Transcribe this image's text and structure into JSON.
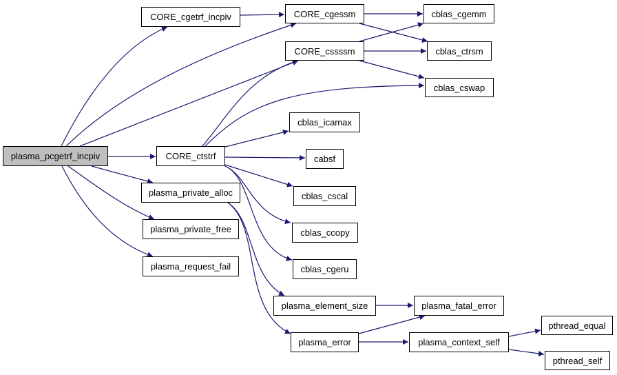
{
  "diagram": {
    "type": "call-graph",
    "edge_color": "#191970",
    "root_fill": "#bfbfbf",
    "nodes": [
      {
        "id": "plasma_pcgetrf_incpiv",
        "label": "plasma_pcgetrf_incpiv",
        "root": true
      },
      {
        "id": "CORE_cgetrf_incpiv",
        "label": "CORE_cgetrf_incpiv"
      },
      {
        "id": "CORE_cgessm",
        "label": "CORE_cgessm"
      },
      {
        "id": "CORE_cssssm",
        "label": "CORE_cssssm"
      },
      {
        "id": "CORE_ctstrf",
        "label": "CORE_ctstrf"
      },
      {
        "id": "plasma_private_alloc",
        "label": "plasma_private_alloc"
      },
      {
        "id": "plasma_private_free",
        "label": "plasma_private_free"
      },
      {
        "id": "plasma_request_fail",
        "label": "plasma_request_fail"
      },
      {
        "id": "cblas_cgemm",
        "label": "cblas_cgemm"
      },
      {
        "id": "cblas_ctrsm",
        "label": "cblas_ctrsm"
      },
      {
        "id": "cblas_cswap",
        "label": "cblas_cswap"
      },
      {
        "id": "cblas_icamax",
        "label": "cblas_icamax"
      },
      {
        "id": "cabsf",
        "label": "cabsf"
      },
      {
        "id": "cblas_cscal",
        "label": "cblas_cscal"
      },
      {
        "id": "cblas_ccopy",
        "label": "cblas_ccopy"
      },
      {
        "id": "cblas_cgeru",
        "label": "cblas_cgeru"
      },
      {
        "id": "plasma_element_size",
        "label": "plasma_element_size"
      },
      {
        "id": "plasma_fatal_error",
        "label": "plasma_fatal_error"
      },
      {
        "id": "plasma_error",
        "label": "plasma_error"
      },
      {
        "id": "plasma_context_self",
        "label": "plasma_context_self"
      },
      {
        "id": "pthread_equal",
        "label": "pthread_equal"
      },
      {
        "id": "pthread_self",
        "label": "pthread_self"
      }
    ],
    "edges": [
      {
        "from": "plasma_pcgetrf_incpiv",
        "to": "CORE_cgetrf_incpiv"
      },
      {
        "from": "plasma_pcgetrf_incpiv",
        "to": "CORE_cgessm"
      },
      {
        "from": "plasma_pcgetrf_incpiv",
        "to": "CORE_cssssm"
      },
      {
        "from": "plasma_pcgetrf_incpiv",
        "to": "CORE_ctstrf"
      },
      {
        "from": "plasma_pcgetrf_incpiv",
        "to": "plasma_private_alloc"
      },
      {
        "from": "plasma_pcgetrf_incpiv",
        "to": "plasma_private_free"
      },
      {
        "from": "plasma_pcgetrf_incpiv",
        "to": "plasma_request_fail"
      },
      {
        "from": "CORE_cgetrf_incpiv",
        "to": "CORE_cgessm"
      },
      {
        "from": "CORE_cgessm",
        "to": "cblas_cgemm"
      },
      {
        "from": "CORE_cgessm",
        "to": "cblas_ctrsm"
      },
      {
        "from": "CORE_cssssm",
        "to": "cblas_cgemm"
      },
      {
        "from": "CORE_cssssm",
        "to": "cblas_ctrsm"
      },
      {
        "from": "CORE_cssssm",
        "to": "cblas_cswap"
      },
      {
        "from": "CORE_ctstrf",
        "to": "CORE_cssssm"
      },
      {
        "from": "CORE_ctstrf",
        "to": "cblas_cswap"
      },
      {
        "from": "CORE_ctstrf",
        "to": "cblas_icamax"
      },
      {
        "from": "CORE_ctstrf",
        "to": "cabsf"
      },
      {
        "from": "CORE_ctstrf",
        "to": "cblas_cscal"
      },
      {
        "from": "CORE_ctstrf",
        "to": "cblas_ccopy"
      },
      {
        "from": "CORE_ctstrf",
        "to": "cblas_cgeru"
      },
      {
        "from": "plasma_private_alloc",
        "to": "plasma_element_size"
      },
      {
        "from": "plasma_private_alloc",
        "to": "plasma_error"
      },
      {
        "from": "plasma_element_size",
        "to": "plasma_fatal_error"
      },
      {
        "from": "plasma_error",
        "to": "plasma_fatal_error"
      },
      {
        "from": "plasma_error",
        "to": "plasma_context_self"
      },
      {
        "from": "plasma_context_self",
        "to": "pthread_equal"
      },
      {
        "from": "plasma_context_self",
        "to": "pthread_self"
      }
    ]
  }
}
